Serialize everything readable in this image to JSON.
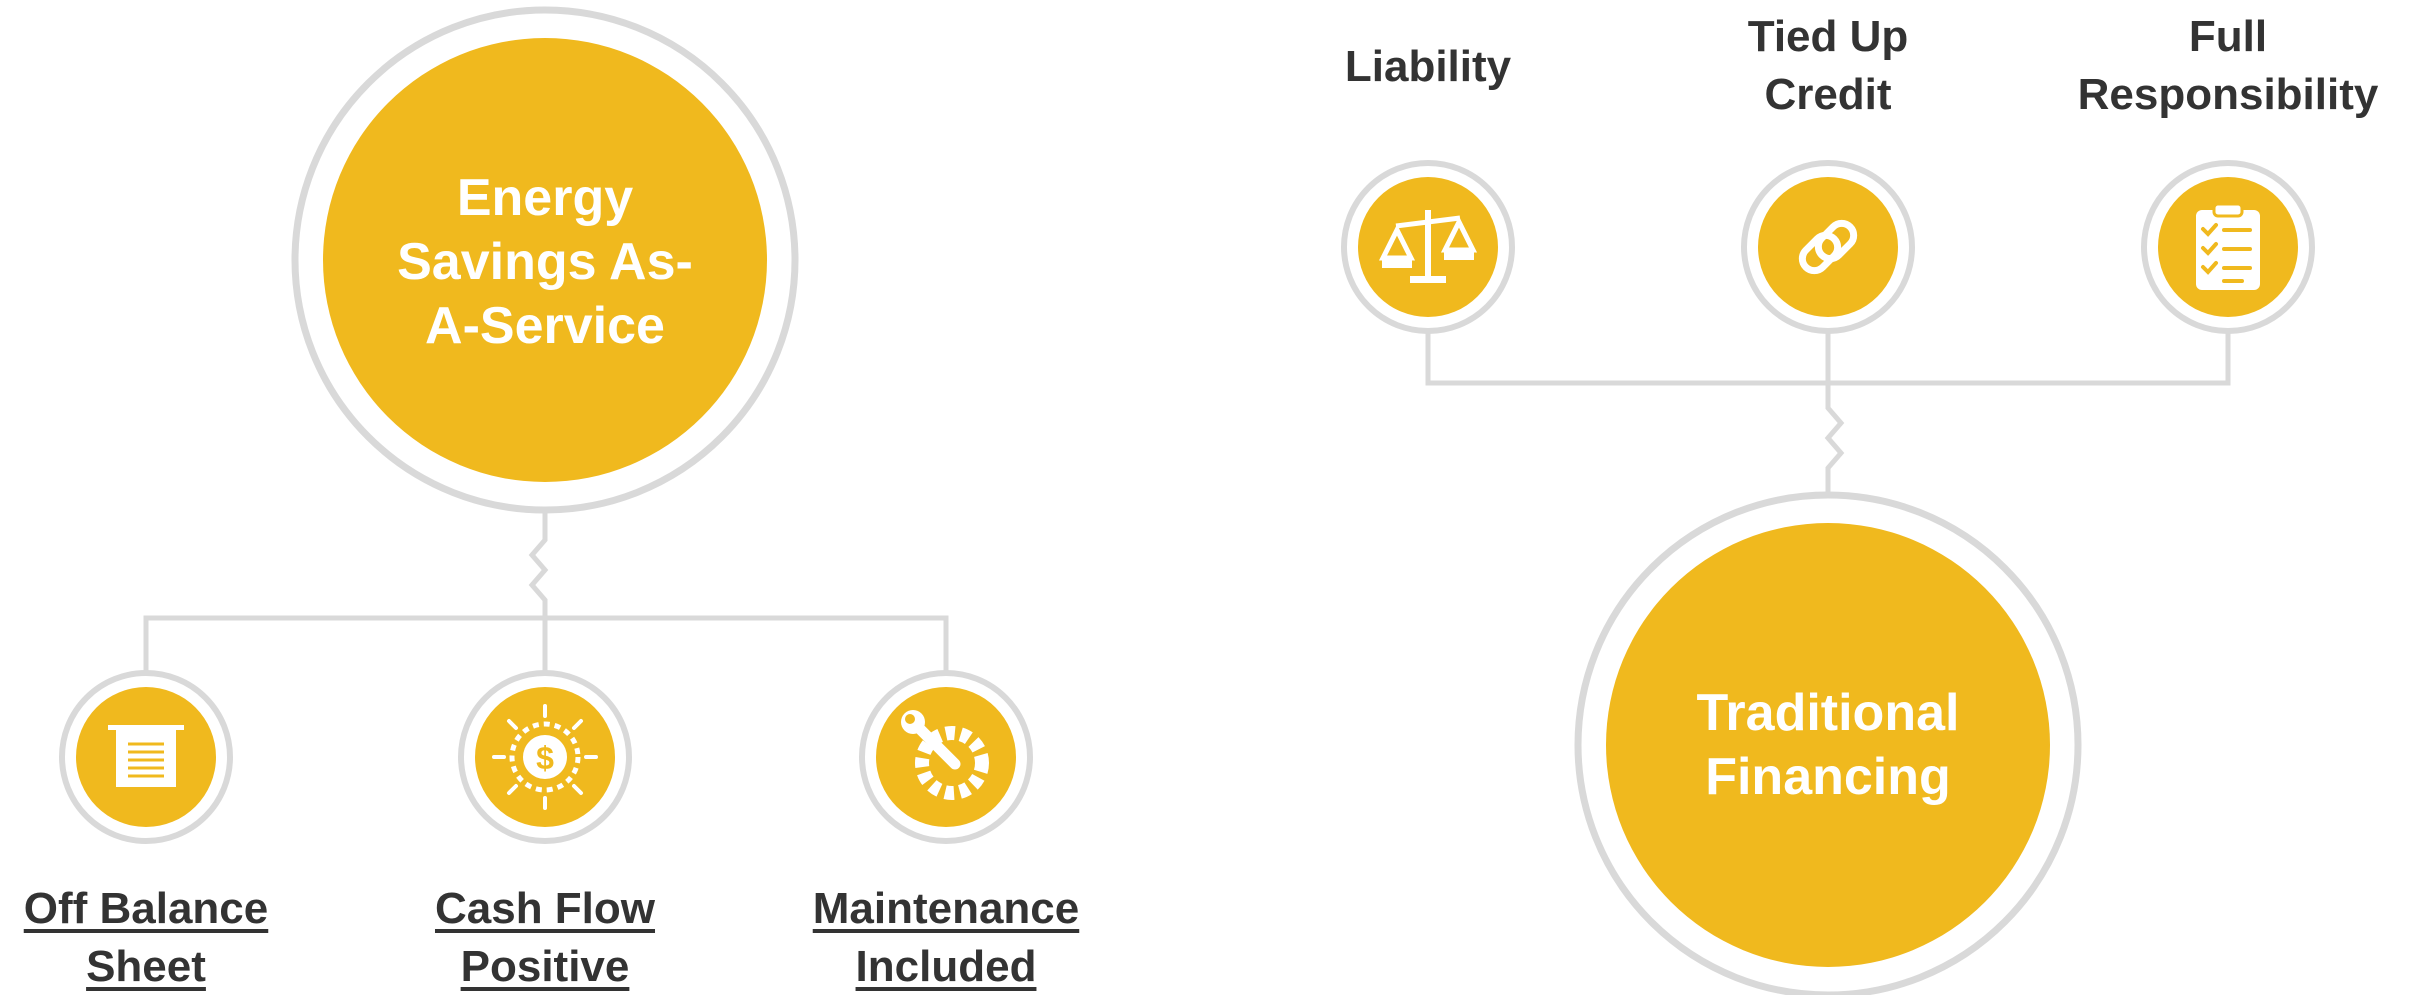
{
  "colors": {
    "accent": "#f0b91e",
    "ring": "#d9d9d9",
    "text": "#333333",
    "inner_text": "#ffffff"
  },
  "left": {
    "main": "Energy\nSavings As-\nA-Service",
    "benefits": [
      {
        "label": "Off Balance\nSheet",
        "icon": "document-icon"
      },
      {
        "label": "Cash Flow\nPositive",
        "icon": "dollar-gear-icon"
      },
      {
        "label": "Maintenance\nIncluded",
        "icon": "wrench-gear-icon"
      }
    ]
  },
  "right": {
    "main": "Traditional\nFinancing",
    "drawbacks": [
      {
        "label": "Liability",
        "icon": "scales-icon"
      },
      {
        "label": "Tied Up\nCredit",
        "icon": "chain-link-icon"
      },
      {
        "label": "Full\nResponsibility",
        "icon": "checklist-icon"
      }
    ]
  }
}
